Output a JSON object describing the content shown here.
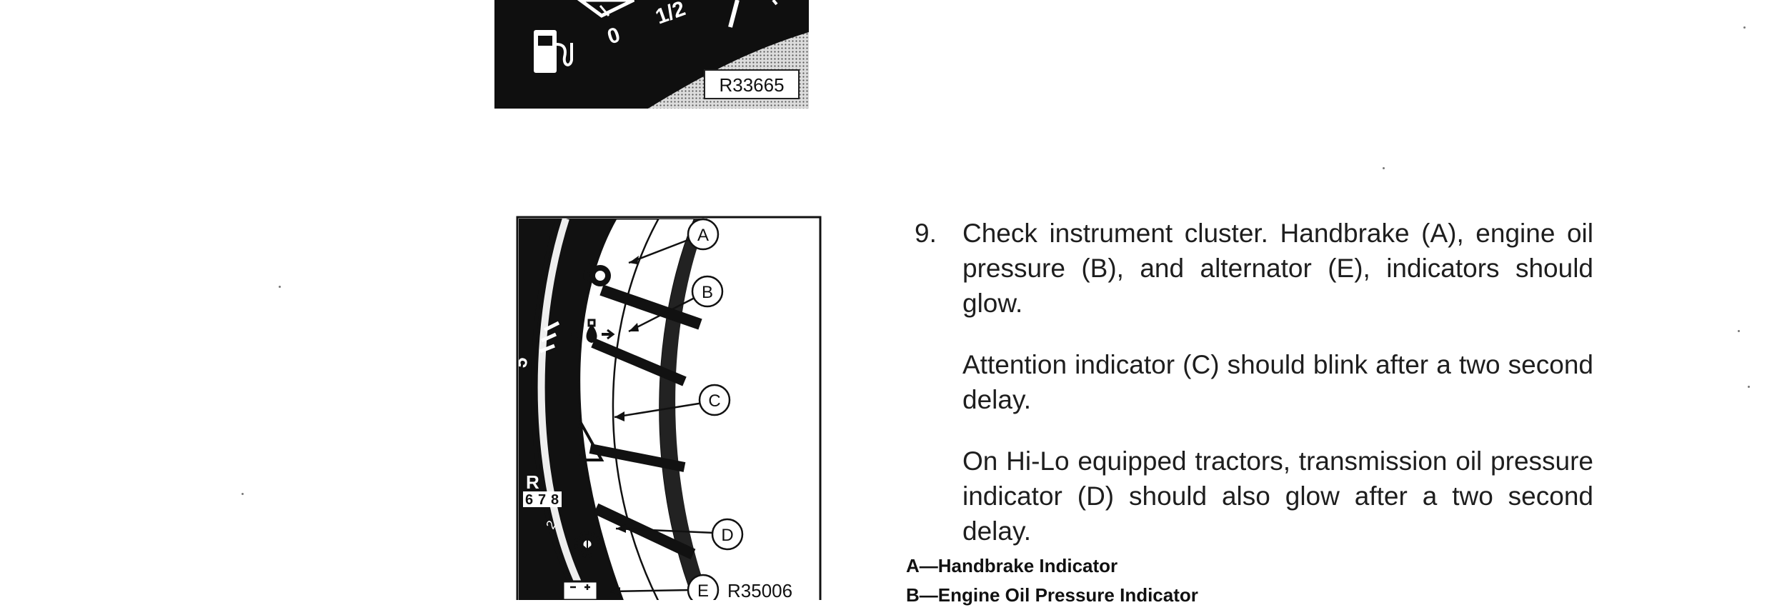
{
  "figure_top": {
    "fraction_label": "1/2",
    "empty_mark": "0",
    "code": "R33665"
  },
  "figure_main": {
    "callouts": [
      "A",
      "B",
      "C",
      "D",
      "E"
    ],
    "gauge_digits": [
      "5",
      "R",
      "6",
      "7",
      "8",
      "2"
    ],
    "code": "R35006"
  },
  "step": {
    "number": "9.",
    "paragraphs": [
      "Check instrument cluster. Handbrake (A), engine oil pressure (B), and alternator (E), indicators should glow.",
      "Attention indicator (C) should blink after a two second delay.",
      "On Hi-Lo equipped tractors, transmission oil pressure indicator (D) should also glow after a two second delay."
    ]
  },
  "legend": [
    "A—Handbrake Indicator",
    "B—Engine Oil Pressure Indicator"
  ]
}
